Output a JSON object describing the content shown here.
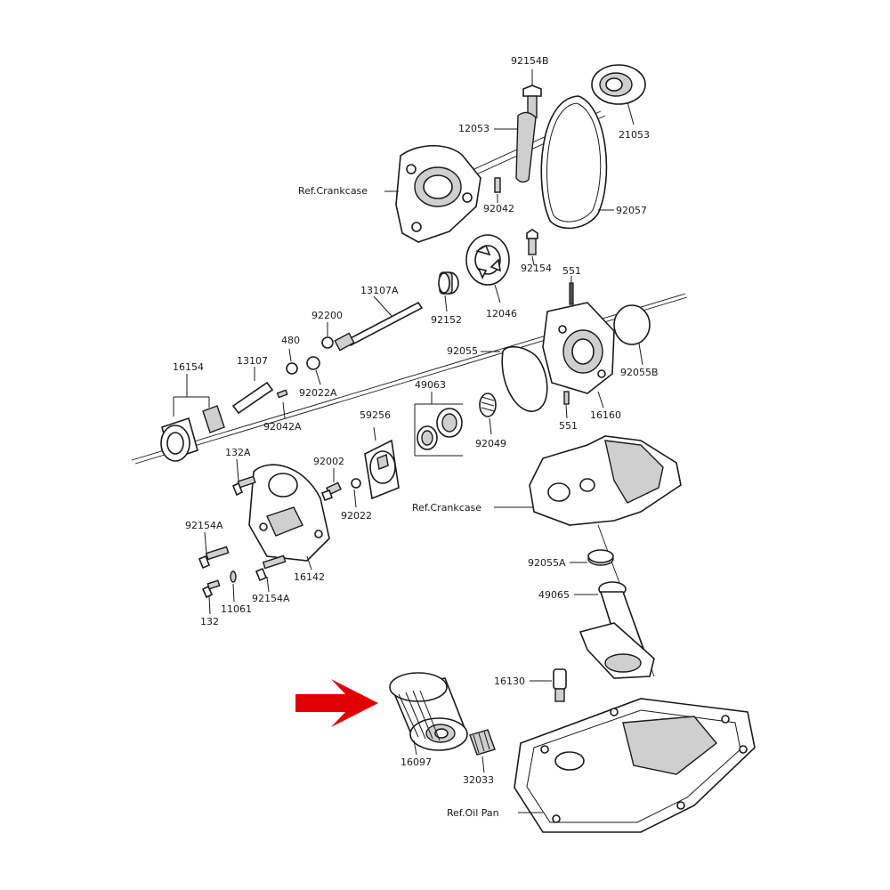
{
  "labels": {
    "l_92154B": "92154B",
    "l_12053": "12053",
    "l_21053": "21053",
    "l_refcrank1": "Ref.Crankcase",
    "l_92042": "92042",
    "l_92057": "92057",
    "l_92154": "92154",
    "l_551a": "551",
    "l_13107A": "13107A",
    "l_92200": "92200",
    "l_92152": "92152",
    "l_12046": "12046",
    "l_480": "480",
    "l_92055": "92055",
    "l_16154": "16154",
    "l_13107": "13107",
    "l_92022A": "92022A",
    "l_92055B": "92055B",
    "l_49063": "49063",
    "l_92042A": "92042A",
    "l_59256": "59256",
    "l_92049": "92049",
    "l_16160": "16160",
    "l_551b": "551",
    "l_132A": "132A",
    "l_92002": "92002",
    "l_refcrank2": "Ref.Crankcase",
    "l_92022": "92022",
    "l_92154A_1": "92154A",
    "l_92055A": "92055A",
    "l_16142": "16142",
    "l_49065": "49065",
    "l_11061": "11061",
    "l_92154A_2": "92154A",
    "l_132": "132",
    "l_16130": "16130",
    "l_16097": "16097",
    "l_32033": "32033",
    "l_refoilpan": "Ref.Oil Pan"
  },
  "colors": {
    "line": "#1a1a1a",
    "highlight_arrow": "#e00000",
    "background": "#ffffff"
  },
  "icons": {
    "highlight_arrow": "arrow-right-icon"
  }
}
